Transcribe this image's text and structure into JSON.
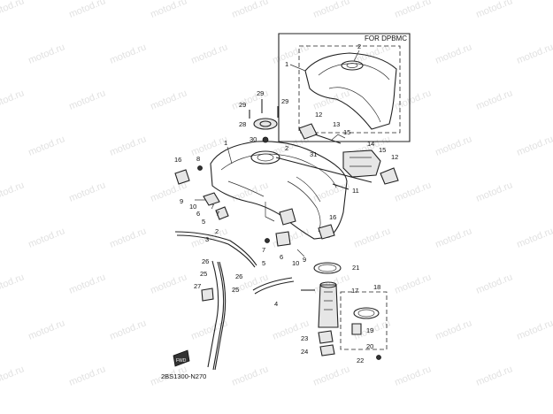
{
  "watermark": "motod.ru",
  "inset_title": "FOR DPBMC",
  "diagram_code": "2BS1300-N270",
  "fwd_label": "FWD",
  "callouts": {
    "inset_1": "1",
    "inset_2": "2",
    "p1": "1",
    "p2": "2",
    "p3": "3",
    "p4": "4",
    "p5a": "5",
    "p5b": "5",
    "p6a": "6",
    "p6b": "6",
    "p7a": "7",
    "p7b": "7",
    "p8": "8",
    "p9a": "9",
    "p9b": "9",
    "p10a": "10",
    "p10b": "10",
    "p11": "11",
    "p12a": "12",
    "p12b": "12",
    "p13": "13",
    "p14": "14",
    "p15a": "15",
    "p15b": "15",
    "p16a": "16",
    "p16b": "16",
    "p17": "17",
    "p18": "18",
    "p19": "19",
    "p20": "20",
    "p21": "21",
    "p22": "22",
    "p23": "23",
    "p24": "24",
    "p25a": "25",
    "p25b": "25",
    "p26a": "26",
    "p26b": "26",
    "p27": "27",
    "p28": "28",
    "p29a": "29",
    "p29b": "29",
    "p30": "30",
    "p31": "31"
  }
}
